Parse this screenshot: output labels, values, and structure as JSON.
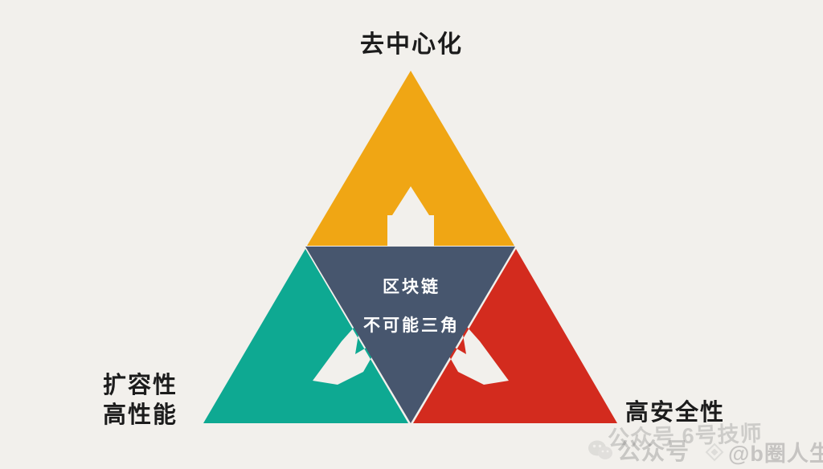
{
  "diagram": {
    "title_top": "去中心化",
    "center": {
      "line1": "区块链",
      "line2": "不可能三角"
    },
    "bottom_left": {
      "line1": "扩容性",
      "line2": "高性能"
    },
    "bottom_right": "高安全性",
    "colors": {
      "background": "#f2f0ec",
      "top_triangle": "#f0a614",
      "left_triangle": "#0ea992",
      "right_triangle": "#d32b1e",
      "center_triangle": "#47566e",
      "arrow": "#f2f0ec",
      "label_text": "#1c1c1c",
      "center_text": "#ffffff"
    },
    "arrows": {
      "top": "arrow-up",
      "left": "arrow-down-left",
      "right": "arrow-down-right"
    }
  },
  "watermark": {
    "back_text": "公众号 6号技师",
    "front_text": "公众号",
    "handle_text": "@b圈人生_",
    "wechat_icon": "wechat-icon",
    "diamond_icon": "diamond-icon"
  }
}
